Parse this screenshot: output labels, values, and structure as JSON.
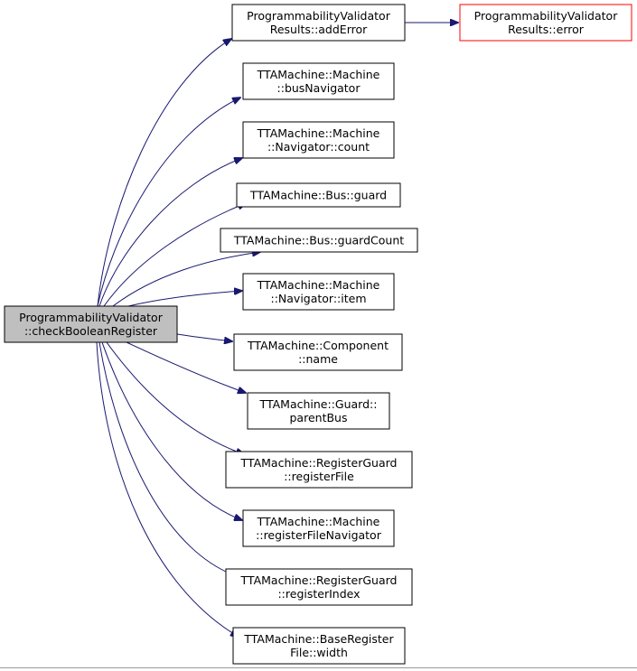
{
  "graph": {
    "root": {
      "id": "root",
      "lines": [
        "ProgrammabilityValidator",
        "::checkBooleanRegister"
      ],
      "fill": "#bfbfbf",
      "stroke": "#000000"
    },
    "nodes": [
      {
        "id": "addError",
        "lines": [
          "ProgrammabilityValidator",
          "Results::addError"
        ],
        "stroke": "#000000"
      },
      {
        "id": "error",
        "lines": [
          "ProgrammabilityValidator",
          "Results::error"
        ],
        "stroke": "#ff0000"
      },
      {
        "id": "busNavigator",
        "lines": [
          "TTAMachine::Machine",
          "::busNavigator"
        ],
        "stroke": "#000000"
      },
      {
        "id": "count",
        "lines": [
          "TTAMachine::Machine",
          "::Navigator::count"
        ],
        "stroke": "#000000"
      },
      {
        "id": "guard",
        "lines": [
          "TTAMachine::Bus::guard"
        ],
        "stroke": "#000000"
      },
      {
        "id": "guardCount",
        "lines": [
          "TTAMachine::Bus::guardCount"
        ],
        "stroke": "#000000"
      },
      {
        "id": "item",
        "lines": [
          "TTAMachine::Machine",
          "::Navigator::item"
        ],
        "stroke": "#000000"
      },
      {
        "id": "name",
        "lines": [
          "TTAMachine::Component",
          "::name"
        ],
        "stroke": "#000000"
      },
      {
        "id": "parentBus",
        "lines": [
          "TTAMachine::Guard::",
          "parentBus"
        ],
        "stroke": "#000000"
      },
      {
        "id": "registerFile",
        "lines": [
          "TTAMachine::RegisterGuard",
          "::registerFile"
        ],
        "stroke": "#000000"
      },
      {
        "id": "registerFileNavigator",
        "lines": [
          "TTAMachine::Machine",
          "::registerFileNavigator"
        ],
        "stroke": "#000000"
      },
      {
        "id": "registerIndex",
        "lines": [
          "TTAMachine::RegisterGuard",
          "::registerIndex"
        ],
        "stroke": "#000000"
      },
      {
        "id": "width",
        "lines": [
          "TTAMachine::BaseRegister",
          "File::width"
        ],
        "stroke": "#000000"
      }
    ],
    "edges": [
      {
        "from": "root",
        "to": "addError"
      },
      {
        "from": "addError",
        "to": "error"
      },
      {
        "from": "root",
        "to": "busNavigator"
      },
      {
        "from": "root",
        "to": "count"
      },
      {
        "from": "root",
        "to": "guard"
      },
      {
        "from": "root",
        "to": "guardCount"
      },
      {
        "from": "root",
        "to": "item"
      },
      {
        "from": "root",
        "to": "name"
      },
      {
        "from": "root",
        "to": "parentBus"
      },
      {
        "from": "root",
        "to": "registerFile"
      },
      {
        "from": "root",
        "to": "registerFileNavigator"
      },
      {
        "from": "root",
        "to": "registerIndex"
      },
      {
        "from": "root",
        "to": "width"
      }
    ],
    "edge_color": "#191970"
  }
}
